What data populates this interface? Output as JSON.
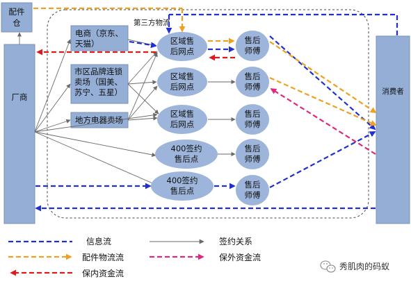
{
  "colors": {
    "box_fill": "#94aed5",
    "box_stroke": "#7a93bb",
    "node_fill": "#9db5da",
    "info_flow": "#1f2fd1",
    "parts_flow": "#f0a020",
    "internal_fund": "#e01818",
    "external_fund": "#e0287a",
    "signing": "#6a6a6a"
  },
  "nodes": {
    "warehouse": "配件仓",
    "manufacturer": "厂商",
    "consumer": "消费者",
    "ecommerce": "电商（京东、天猫）",
    "chain_store": "市区品牌连锁卖场（国美、苏宁、五星）",
    "local_store": "地方电器卖场",
    "third_party": "第三方物流",
    "regional_outlet": "区域售后网点",
    "hotline_outlet": "400签约售后点",
    "technician": "售后师傅"
  },
  "legend": {
    "info_flow": "信息流",
    "signing": "签约关系",
    "parts_flow": "配件物流流",
    "external_fund": "保外资金流",
    "internal_fund": "保内资金流"
  },
  "watermark": "秀肌肉的码蚁",
  "icons": {
    "watermark": "wechat-icon"
  }
}
